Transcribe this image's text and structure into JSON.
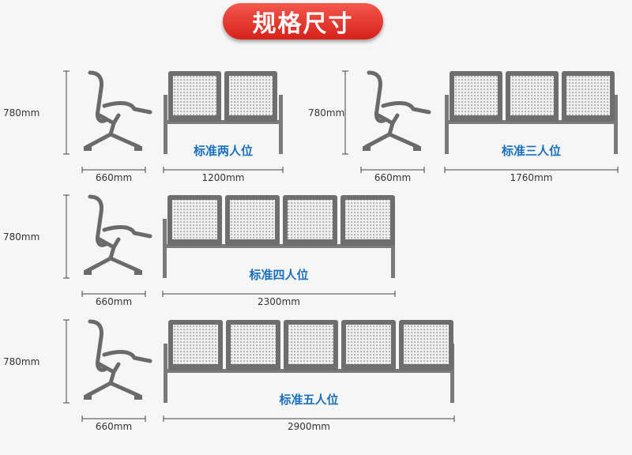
{
  "header": {
    "title": "规格尺寸"
  },
  "colors": {
    "title_bg": "#e0342a",
    "label": "#1a6fbd",
    "frame": "#6e6e6e"
  },
  "units": [
    {
      "height": "780mm",
      "depth": "660mm",
      "name": "标准两人位",
      "width": "1200mm",
      "seats": 2
    },
    {
      "height": "780mm",
      "depth": "660mm",
      "name": "标准三人位",
      "width": "1760mm",
      "seats": 3
    },
    {
      "height": "780mm",
      "depth": "660mm",
      "name": "标准四人位",
      "width": "2300mm",
      "seats": 4
    },
    {
      "height": "780mm",
      "depth": "660mm",
      "name": "标准五人位",
      "width": "2900mm",
      "seats": 5
    }
  ]
}
